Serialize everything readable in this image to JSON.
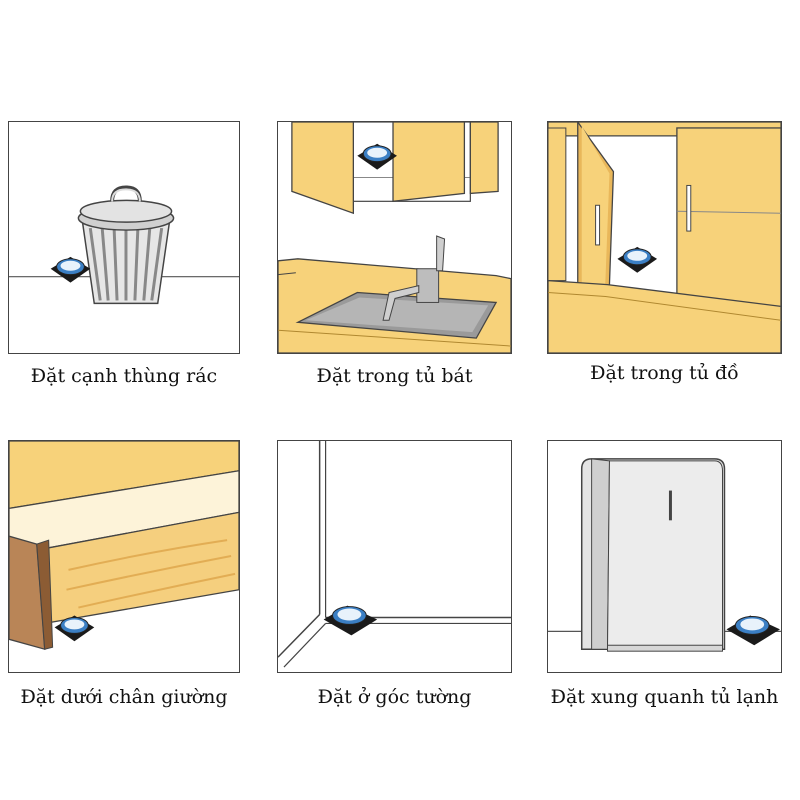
{
  "panels": [
    {
      "caption": "Đặt cạnh thùng rác"
    },
    {
      "caption": "Đặt trong tủ bát"
    },
    {
      "caption": "Đặt trong tủ đồ"
    },
    {
      "caption": "Đặt dưới chân giường"
    },
    {
      "caption": "Đặt ở góc tường"
    },
    {
      "caption": "Đặt xung quanh tủ lạnh"
    }
  ],
  "colors": {
    "cabinet": "#F7D27A",
    "cabinet_dark": "#E9B75A",
    "wood_light": "#F5CF7E",
    "wood_dark": "#B98557",
    "fridge": "#E4E4E4",
    "trap_blue": "#3B7FC4",
    "trap_black": "#1a1a1a",
    "outline": "#444444"
  }
}
